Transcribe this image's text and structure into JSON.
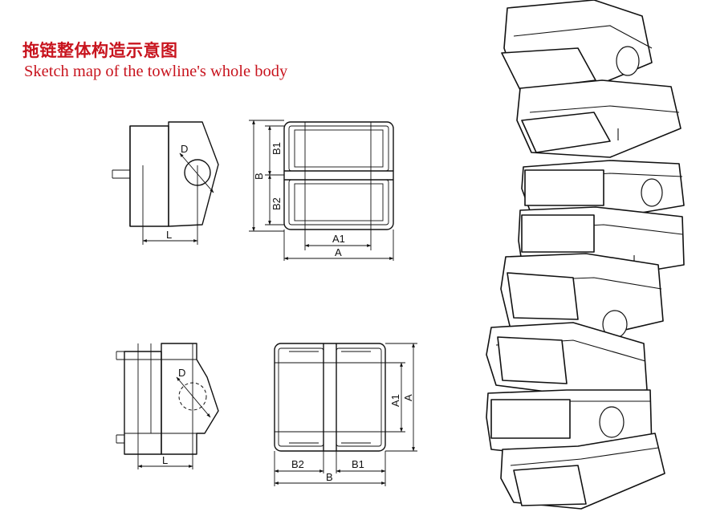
{
  "heading": {
    "title_zh": "拖链整体构造示意图",
    "title_en": "Sketch map of the towline's whole body"
  },
  "dimension_labels": {
    "D": "D",
    "L": "L",
    "A": "A",
    "A1": "A1",
    "B": "B",
    "B1": "B1",
    "B2": "B2"
  },
  "colors": {
    "title": "#c8141e",
    "line": "#111111",
    "background": "#ffffff"
  }
}
